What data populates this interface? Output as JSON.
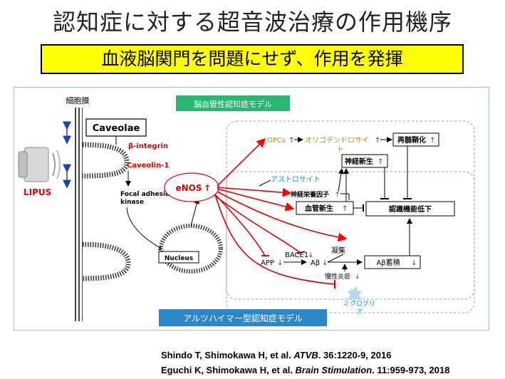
{
  "title": "認知症に対する超音波治療の作用機序",
  "banner": "血液脳関門を問題にせず、作用を発揮",
  "diagram": {
    "membrane_label": "細胞膜",
    "caveolae": "Caveolae",
    "beta_integrin": "β-integrin",
    "caveolin": "Caveolin-1",
    "lipus": "LIPUS",
    "focal_1": "Focal adhesion",
    "focal_2": "kinase",
    "nucleus": "Nucleus",
    "enos": "eNOS",
    "vascular_model": "脳血管性認知症モデル",
    "alz_model": "アルツハイマー型認知症モデル",
    "opcs": "OPCs",
    "oligo_1": "オリゴデンドロサイ",
    "oligo_2": "ト",
    "remyelination": "再髄鞘化",
    "neurogenesis": "神経新生",
    "astrocyte": "アストロサイト",
    "neurotrophic": "神経栄養因子",
    "angiogenesis": "血管新生",
    "cognitive": "認識機能低下",
    "app": "APP",
    "bace1": "BACE1",
    "abeta": "Aβ",
    "aggregation": "凝集",
    "abeta_deposit": "Aβ蓄積",
    "inflammation": "慢性炎症",
    "microglia_1": "ミクログリ",
    "microglia_2": "ア"
  },
  "citations": {
    "c1_authors": "Shindo T, Shimokawa H, et al. ",
    "c1_journal": "ATVB",
    "c1_rest": ". 36:1220-9, 2016",
    "c2_authors": "Eguchi K, Shimokawa H, et al. ",
    "c2_journal": "Brain Stimulation",
    "c2_rest": ". 11:959-973, 2018"
  },
  "colors": {
    "banner": "#ffff00",
    "red": "#ff0000",
    "green_box": "#2bb673",
    "blue_box": "#2d88c8",
    "cyan": "#00a0d8",
    "orange": "#d08000"
  }
}
